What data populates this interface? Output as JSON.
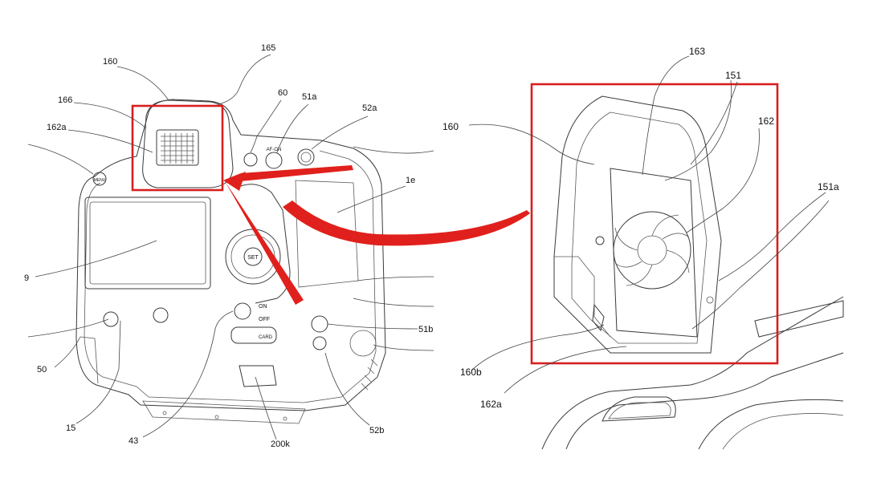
{
  "figure": {
    "left_view": {
      "labels": [
        "160",
        "165",
        "166",
        "60",
        "51a",
        "52a",
        "162a",
        "1e",
        "9",
        "50",
        "15",
        "43",
        "200k",
        "52b",
        "51b"
      ],
      "button_text": {
        "menu": "MENU",
        "af_on": "AF-ON",
        "set": "SET",
        "on": "ON",
        "off": "OFF",
        "card": "CARD"
      }
    },
    "right_view": {
      "labels": [
        "163",
        "151",
        "160",
        "162",
        "151a",
        "160b",
        "162a"
      ]
    },
    "colors": {
      "highlight": "#d81e1e",
      "arrow": "#e0201c",
      "line_art": "#3a3a3a",
      "background": "#ffffff"
    }
  }
}
